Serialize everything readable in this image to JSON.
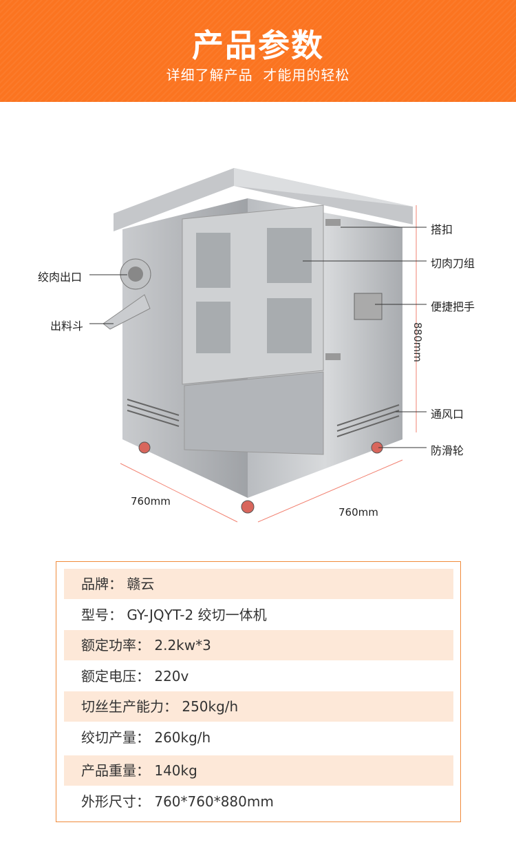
{
  "header": {
    "title": "产品参数",
    "subtitle": "详细了解产品  才能用的轻松",
    "color": "#fb7420"
  },
  "diagram": {
    "callouts_right": [
      "搭扣",
      "切肉刀组",
      "便捷把手",
      "通风口",
      "防滑轮"
    ],
    "callouts_left": [
      "绞肉出口",
      "出料斗"
    ],
    "dimensions": {
      "width": "760mm",
      "depth": "760mm",
      "height": "880mm"
    }
  },
  "specs": [
    {
      "text": "品牌：  赣云"
    },
    {
      "text": "型号：  GY-JQYT-2 绞切一体机"
    },
    {
      "text": "额定功率：  2.2kw*3"
    },
    {
      "text": "额定电压：  220v"
    },
    {
      "text": "切丝生产能力：  250kg/h"
    },
    {
      "text": "绞切产量：  260kg/h"
    },
    {
      "text": "产品重量：  140kg"
    },
    {
      "text": "外形尺寸：  760*760*880mm"
    }
  ],
  "colors": {
    "row_shade": "#fde8d8",
    "border": "#f08a3a"
  }
}
